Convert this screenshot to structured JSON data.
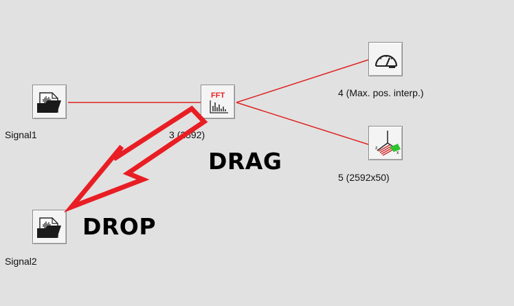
{
  "nodes": {
    "signal1": {
      "label": "Signal1",
      "icon": "folder-signal-icon"
    },
    "fft": {
      "label": "3 (2592)",
      "icon": "fft-icon",
      "icon_text": "FFT"
    },
    "maxpos": {
      "label": "4 (Max. pos. interp.)",
      "icon": "gauge-icon"
    },
    "plot3d": {
      "label": "5 (2592x50)",
      "icon": "3d-plot-icon"
    },
    "signal2": {
      "label": "Signal2",
      "icon": "folder-signal-icon"
    }
  },
  "annotations": {
    "drag": "DRAG",
    "drop": "DROP"
  },
  "colors": {
    "connection": "#e02020",
    "arrow": "#e81e24",
    "background": "#e1e1e1"
  }
}
